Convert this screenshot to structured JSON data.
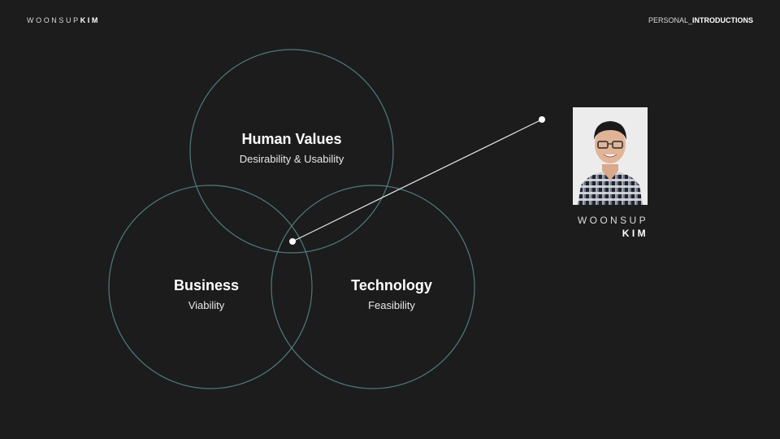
{
  "header": {
    "brand_first": "WOONSUP",
    "brand_last": "KIM",
    "section_prefix": "PERSONAL_",
    "section_strong": "INTRODUCTIONS"
  },
  "diagram": {
    "circles": [
      {
        "key": "human-values",
        "title": "Human Values",
        "subtitle": "Desirability & Usability"
      },
      {
        "key": "business",
        "title": "Business",
        "subtitle": "Viability"
      },
      {
        "key": "technology",
        "title": "Technology",
        "subtitle": "Feasibility"
      }
    ],
    "stroke_color": "#4f7a7e"
  },
  "profile": {
    "name_first": "WOONSUP",
    "name_last": "KIM",
    "photo_icon": "person-portrait-icon"
  },
  "colors": {
    "background": "#1c1c1c",
    "text": "#ffffff",
    "circle_stroke": "#4f7a7e"
  }
}
